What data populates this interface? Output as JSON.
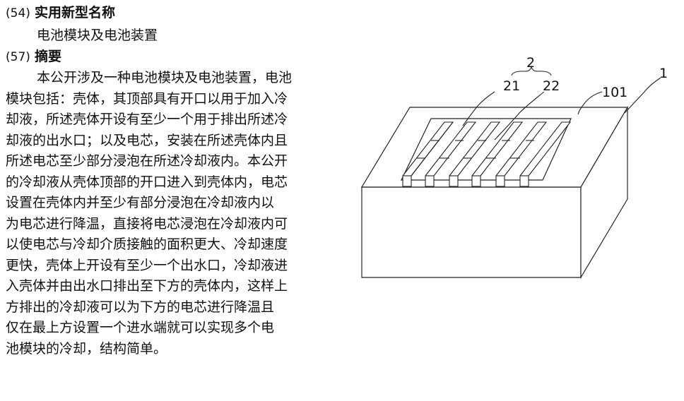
{
  "section_54": {
    "number": "(54)",
    "title": "实用新型名称"
  },
  "utility_model_title": "电池模块及电池装置",
  "section_57": {
    "number": "(57)",
    "title": "摘要"
  },
  "abstract_lines": [
    "本公开涉及一种电池模块及电池装置，电池",
    "模块包括：壳体，其顶部具有开口以用于加入冷",
    "却液，所述壳体开设有至少一个用于排出所述冷",
    "却液的出水口；以及电芯，安装在所述壳体内且",
    "所述电芯至少部分浸泡在所述冷却液内。本公开",
    "的冷却液从壳体顶部的开口进入到壳体内，电芯",
    "设置在壳体内并至少有部分浸泡在冷却液内以",
    "为电芯进行降温，直接将电芯浸泡在冷却液内可",
    "以使电芯与冷却介质接触的面积更大、冷却速度",
    "更快，壳体上开设有至少一个出水口，冷却液进",
    "入壳体并由出水口排出至下方的壳体内，这样上",
    "方排出的冷却液可以为下方的电芯进行降温且",
    "仅在最上方设置一个进水端就可以实现多个电",
    "池模块的冷却，结构简单。"
  ],
  "figure_labels": {
    "ref_2": "2",
    "ref_21": "21",
    "ref_22": "22",
    "ref_101": "101",
    "ref_1": "1"
  }
}
